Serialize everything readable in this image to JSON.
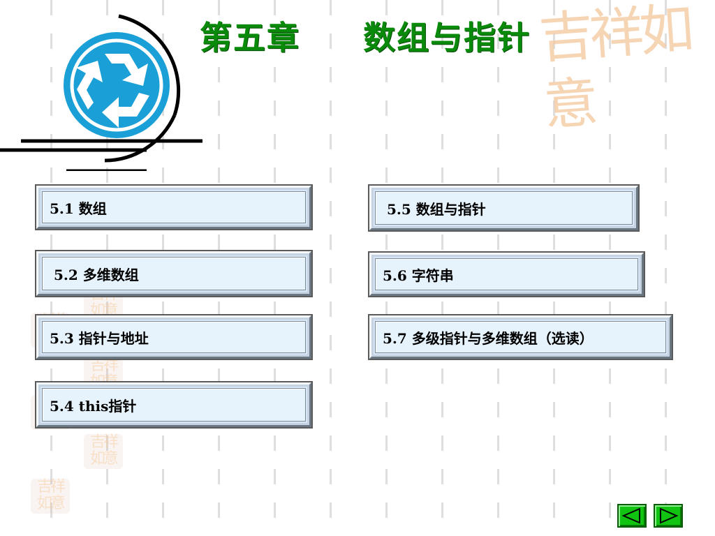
{
  "title": "第五章     数组与指针",
  "watermark": {
    "large": "吉祥如意",
    "small": "吉祥如意"
  },
  "menu": [
    {
      "label": "5.1   数组"
    },
    {
      "label": "5.2   多维数组"
    },
    {
      "label": "5.3   指针与地址"
    },
    {
      "label": "5.4   this指针"
    },
    {
      "label": "5.5   数组与指针"
    },
    {
      "label": "5.6   字符串"
    },
    {
      "label": "5.7   多级指针与多维数组（选读）"
    }
  ],
  "nav": {
    "prev_icon": "triangle-left-icon",
    "next_icon": "triangle-right-icon"
  },
  "colors": {
    "title": "#0a8a0a",
    "box": "#e6f2fc",
    "nav": "#11c411",
    "recycle": "#1a9fd6",
    "watermark": "#f4c79c"
  },
  "icons": {
    "logo": "recycle-icon"
  }
}
